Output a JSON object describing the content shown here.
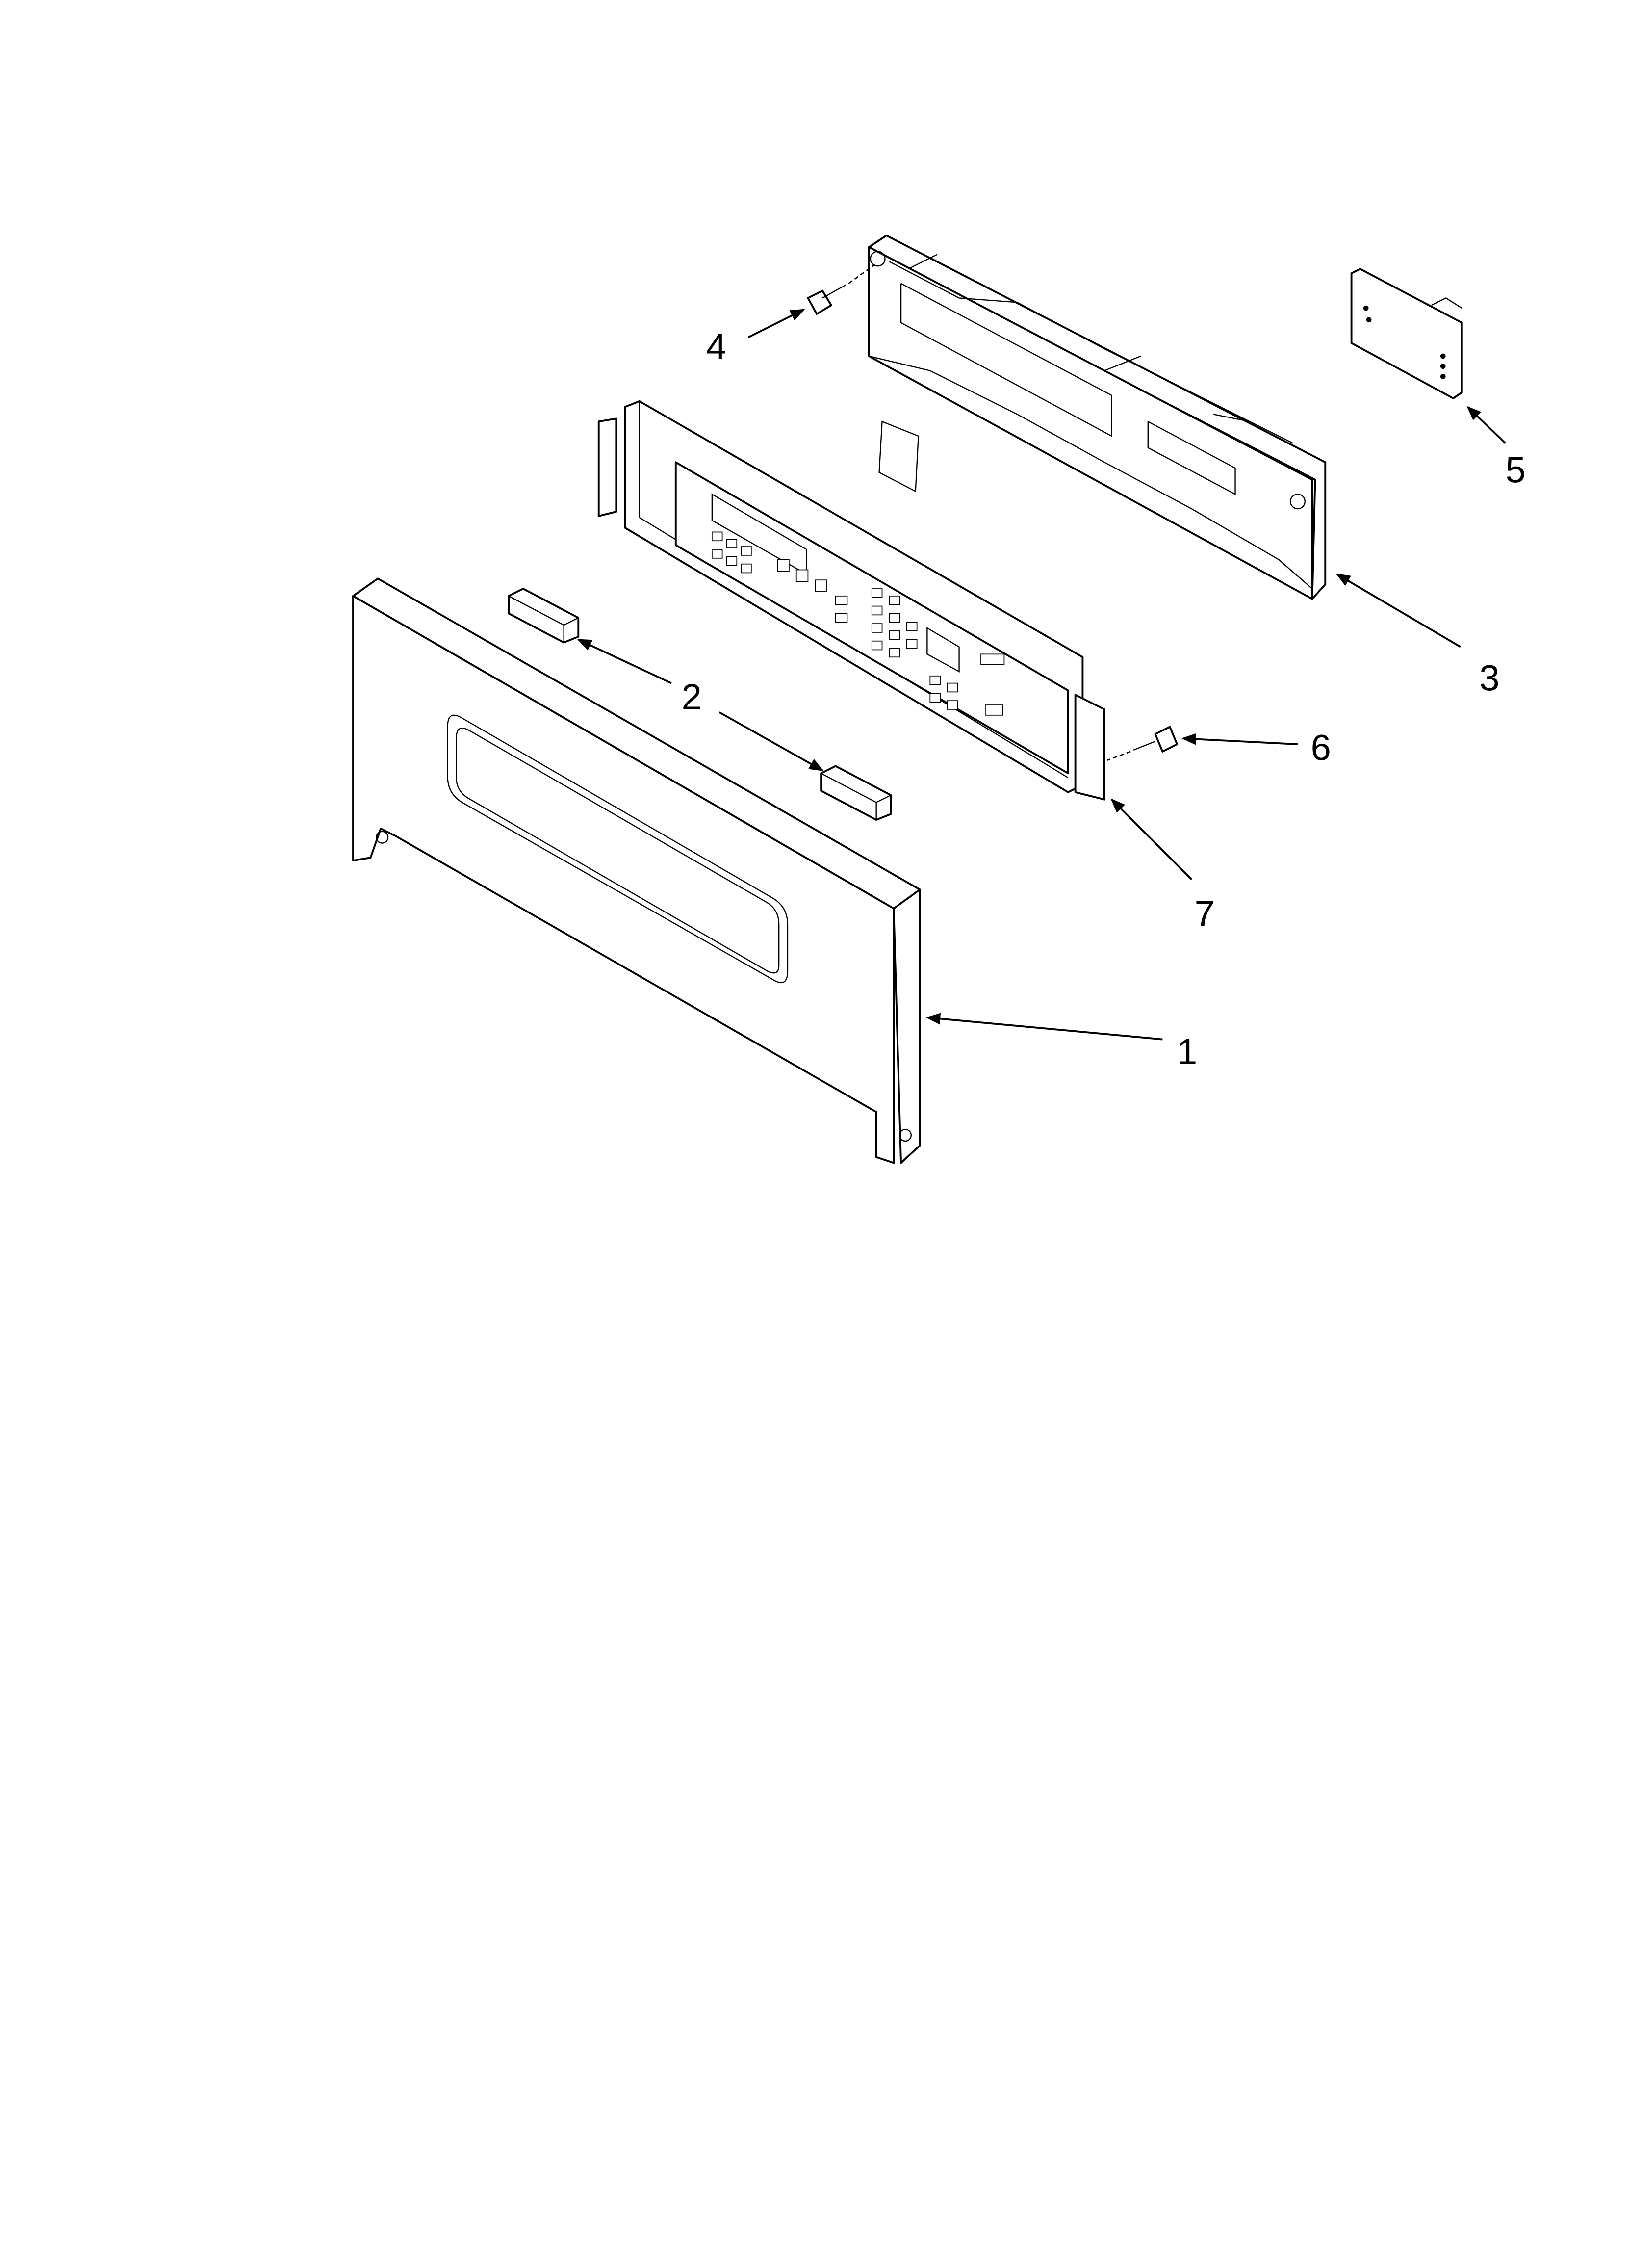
{
  "diagram": {
    "type": "exploded parts diagram",
    "line_color": "#000000",
    "background": "#ffffff",
    "callouts": {
      "c1": "1",
      "c2": "2",
      "c3": "3",
      "c4": "4",
      "c5": "5",
      "c6": "6",
      "c7": "7"
    }
  }
}
